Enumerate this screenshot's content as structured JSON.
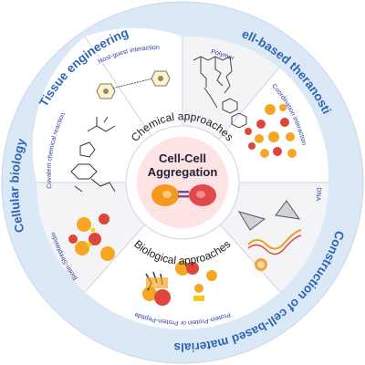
{
  "center": {
    "title_line1": "Cell-Cell",
    "title_line2": "Aggregation",
    "top_arc": "Chemical approaches",
    "bottom_arc": "Biological approaches"
  },
  "outer_ring": {
    "tissue": "Tissue engineering",
    "theranostics": "Cell-based theranostics",
    "construction": "Construction of cell-based materials",
    "biology": "Cellular biology"
  },
  "segments": {
    "host_guest": "Host-guest interaction",
    "polymer": "Polymer",
    "coordination": "Coordination interaction",
    "dna": "DNA",
    "protein": "Protein-Protein or Protein-Peptide",
    "biotin": "Biotin-Streptavidin",
    "covalent": "Covalent chemical reaction"
  },
  "colors": {
    "outer_ring": "#dbe9f6",
    "outer_text": "#2f64b4",
    "segment_text": "#2c3aa0",
    "center_fill": "#fde3e3",
    "cell_orange": "#f39a1e",
    "cell_red": "#e04a4a"
  }
}
